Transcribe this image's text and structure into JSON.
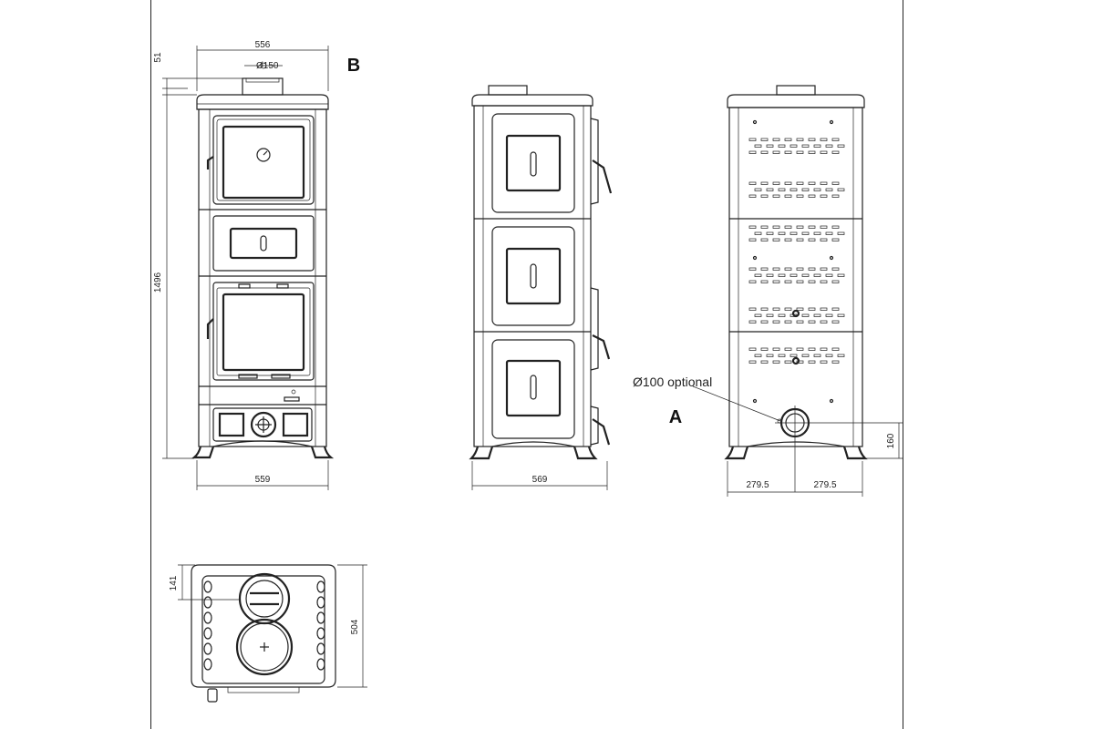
{
  "labels": {
    "section_b": "B",
    "section_a": "A",
    "optional_flue": "Ø100 optional"
  },
  "dimensions": {
    "front_top_width": "556",
    "front_collar_height": "51",
    "flue_diameter": "Ø150",
    "front_total_height": "1496",
    "front_base_width": "559",
    "side_width": "569",
    "back_left_half": "279.5",
    "back_right_half": "279.5",
    "back_outlet_height": "160",
    "top_view_offset": "141",
    "top_view_depth": "504"
  }
}
